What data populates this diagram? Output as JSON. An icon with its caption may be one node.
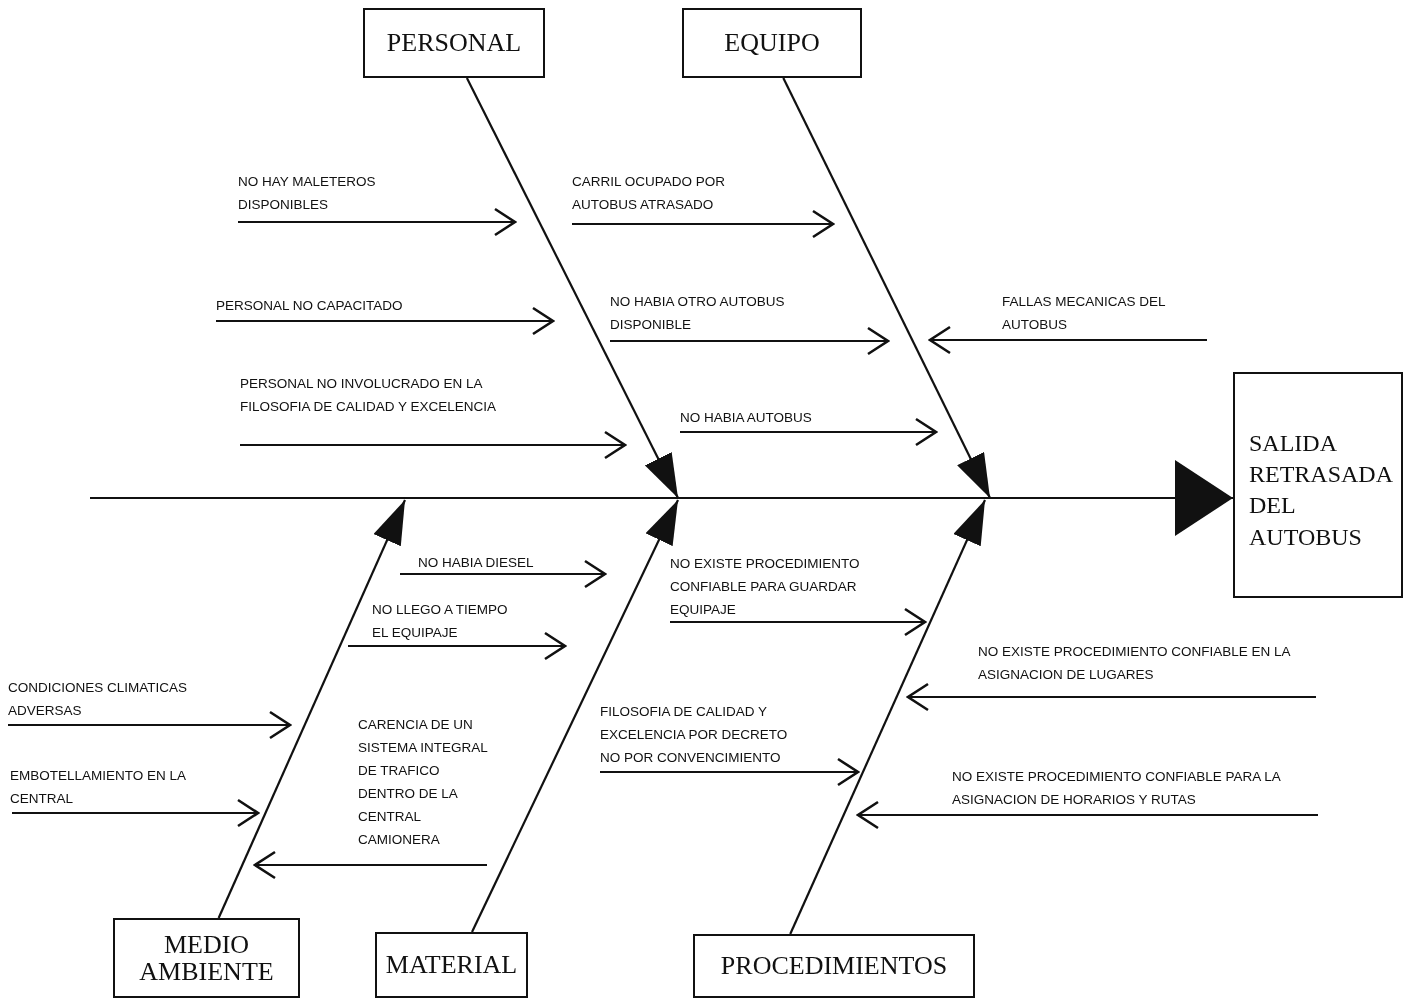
{
  "diagram": {
    "nodes": [
      {
        "text": [
          "PERSONAL"
        ]
      },
      {
        "text": [
          "EQUIPO"
        ]
      },
      {
        "text": [
          "NO HAY MALETEROS DISPONIBLES"
        ]
      },
      {
        "text": [
          "CARRIL OCUPADO POR AUTOBUS ATRASADO"
        ]
      },
      {
        "text": [
          "PERSONAL NO CAPACITADO"
        ]
      },
      {
        "text": [
          "NO HABIA OTRO AUTOBUS DISPONIBLE"
        ]
      },
      {
        "text": [
          "FALLAS MECANICAS DEL AUTOBUS"
        ]
      },
      {
        "text": [
          "PERSONAL NO INVOLUCRADO EN LA FILOSOFIA DE CALIDAD Y EXCELENCIA"
        ]
      },
      {
        "text": [
          "NO HABIA AUTOBUS"
        ]
      },
      {
        "text": [
          "SALIDA RETRASADA DEL AUTOBUS"
        ]
      },
      {
        "text": [
          "NO HABIA DIESEL"
        ]
      },
      {
        "text": [
          "NO EXISTE PROCEDIMIENTO CONFIABLE PARA GUARDAR EQUIPAJE"
        ]
      },
      {
        "text": [
          "NO LLEGO A TIEMPO EL EQUIPAJE"
        ]
      },
      {
        "text": [
          "NO EXISTE PROCEDIMIENTO CONFIABLE EN LA ASIGNACION DE LUGARES"
        ]
      },
      {
        "text": [
          "CONDICIONES CLIMATICAS ADVERSAS"
        ]
      },
      {
        "text": [
          "FILOSOFIA DE CALIDAD Y EXCELENCIA POR DECRETO NO POR CONVENCIMIENTO"
        ]
      },
      {
        "text": [
          "CARENCIA DE UN SISTEMA INTEGRAL DE TRAFICO DENTRO DE LA CENTRAL CAMIONERA"
        ]
      },
      {
        "text": [
          "EMBOTELLAMIENTO EN LA CENTRAL"
        ]
      },
      {
        "text": [
          "NO EXISTE PROCEDIMIENTO CONFIABLE PARA LA ASIGNACION DE HORARIOS Y RUTAS"
        ]
      },
      {
        "text": [
          "MEDIO AMBIENTE"
        ]
      },
      {
        "text": [
          "MATERIAL"
        ]
      },
      {
        "text": [
          "PROCEDIMIENTOS"
        ]
      }
    ],
    "edges": [
      {
        "from": null,
        "to": 9,
        "arrow": "to"
      },
      {
        "from": 0,
        "to": null,
        "arrow": "to"
      },
      {
        "from": 1,
        "to": null,
        "arrow": "to"
      },
      {
        "from": 19,
        "to": null,
        "arrow": "to"
      },
      {
        "from": 20,
        "to": null,
        "arrow": "to"
      },
      {
        "from": 21,
        "to": null,
        "arrow": "to"
      },
      {
        "from": 2,
        "to": null,
        "arrow": "to"
      },
      {
        "from": 3,
        "to": null,
        "arrow": "to"
      },
      {
        "from": 4,
        "to": null,
        "arrow": "to"
      },
      {
        "from": 5,
        "to": null,
        "arrow": "to"
      },
      {
        "from": 6,
        "to": null,
        "arrow": "to"
      },
      {
        "from": 7,
        "to": null,
        "arrow": "to"
      },
      {
        "from": 8,
        "to": null,
        "arrow": "to"
      },
      {
        "from": 10,
        "to": null,
        "arrow": "to"
      },
      {
        "from": 11,
        "to": null,
        "arrow": "to"
      },
      {
        "from": 12,
        "to": null,
        "arrow": "to"
      },
      {
        "from": 13,
        "to": null,
        "arrow": "to"
      },
      {
        "from": 14,
        "to": null,
        "arrow": "to"
      },
      {
        "from": 15,
        "to": null,
        "arrow": "to"
      },
      {
        "from": 16,
        "to": null,
        "arrow": "to"
      },
      {
        "from": 17,
        "to": null,
        "arrow": "to"
      },
      {
        "from": 18,
        "to": null,
        "arrow": "to"
      }
    ]
  }
}
